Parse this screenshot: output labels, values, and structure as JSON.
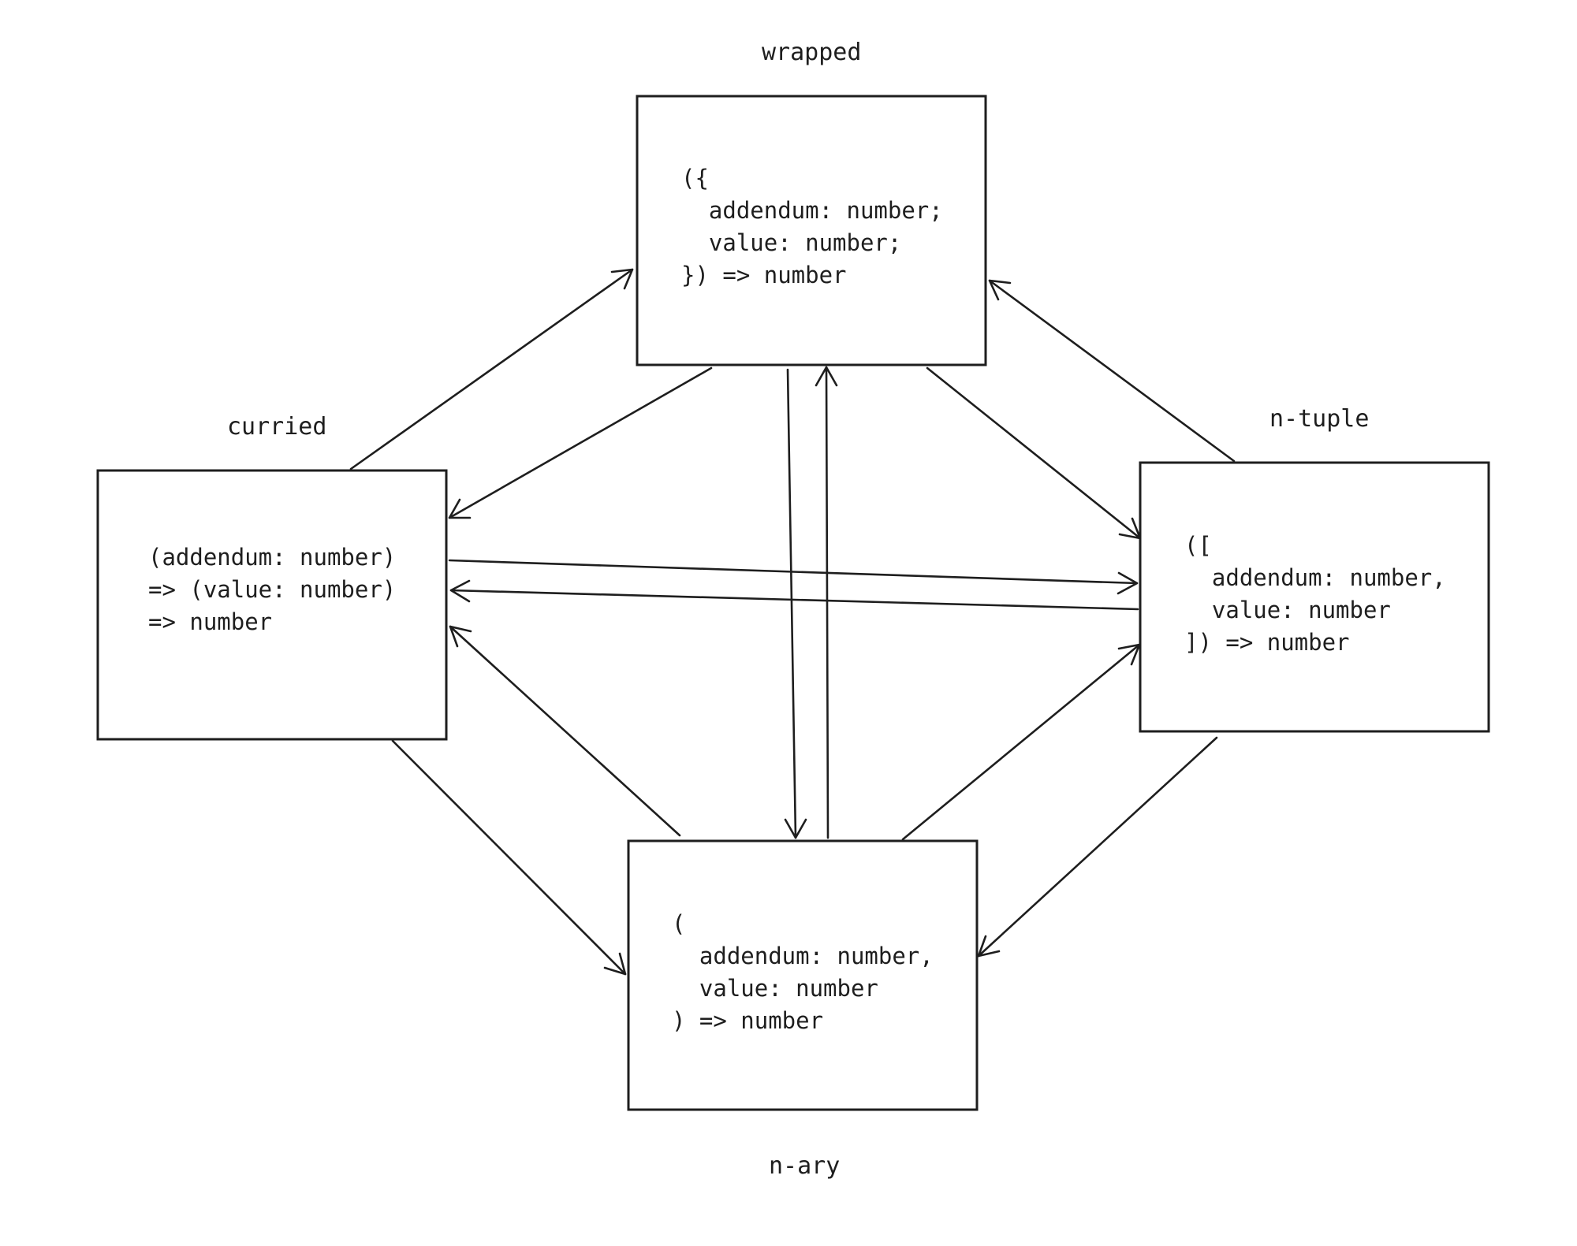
{
  "nodes": {
    "wrapped": {
      "title": "wrapped",
      "code": "({\n  addendum: number;\n  value: number;\n}) => number"
    },
    "curried": {
      "title": "curried",
      "code": "(addendum: number)\n=> (value: number)\n=> number"
    },
    "ntuple": {
      "title": "n-tuple",
      "code": "([\n  addendum: number,\n  value: number\n]) => number"
    },
    "nary": {
      "title": "n-ary",
      "code": "(\n  addendum: number,\n  value: number\n) => number"
    }
  },
  "edges": [
    {
      "from": "curried",
      "to": "wrapped"
    },
    {
      "from": "wrapped",
      "to": "curried"
    },
    {
      "from": "wrapped",
      "to": "n-tuple"
    },
    {
      "from": "n-tuple",
      "to": "wrapped"
    },
    {
      "from": "wrapped",
      "to": "n-ary"
    },
    {
      "from": "n-ary",
      "to": "wrapped"
    },
    {
      "from": "curried",
      "to": "n-tuple"
    },
    {
      "from": "n-tuple",
      "to": "curried"
    },
    {
      "from": "curried",
      "to": "n-ary"
    },
    {
      "from": "n-ary",
      "to": "curried"
    },
    {
      "from": "n-ary",
      "to": "n-tuple"
    },
    {
      "from": "n-tuple",
      "to": "n-ary"
    }
  ],
  "colors": {
    "stroke": "#1e1e1e",
    "background": "#ffffff"
  }
}
